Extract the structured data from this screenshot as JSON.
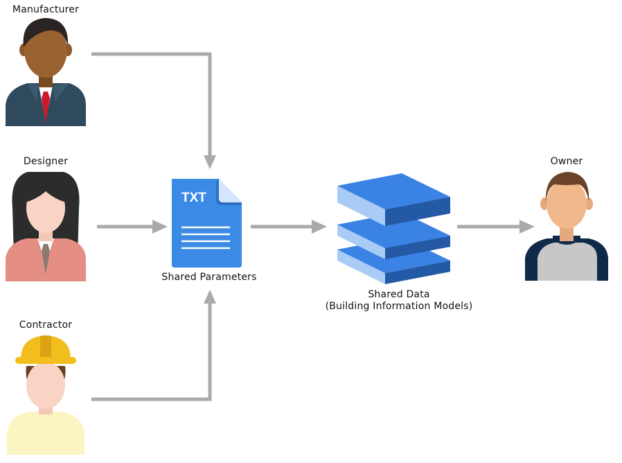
{
  "actors": {
    "manufacturer": "Manufacturer",
    "designer": "Designer",
    "contractor": "Contractor",
    "owner": "Owner"
  },
  "file": {
    "ext": "TXT",
    "label": "Shared Parameters"
  },
  "database": {
    "label": "Shared Data",
    "sublabel": "(Building Information Models)"
  },
  "colors": {
    "arrow": "#aaaaaa",
    "file_blue": "#3b8be6",
    "db_top": "#3a82e4",
    "db_side_light": "#a8ccf6",
    "db_side_dark": "#2459a6",
    "manufacturer_suit": "#2f4a5d",
    "manufacturer_tie": "#cc1a2b",
    "designer_jacket": "#e58f84",
    "contractor_helmet": "#f2be1d",
    "contractor_shirt": "#fbf4c3",
    "owner_shirt": "#c7c7c7",
    "owner_trim": "#0e2a48"
  }
}
